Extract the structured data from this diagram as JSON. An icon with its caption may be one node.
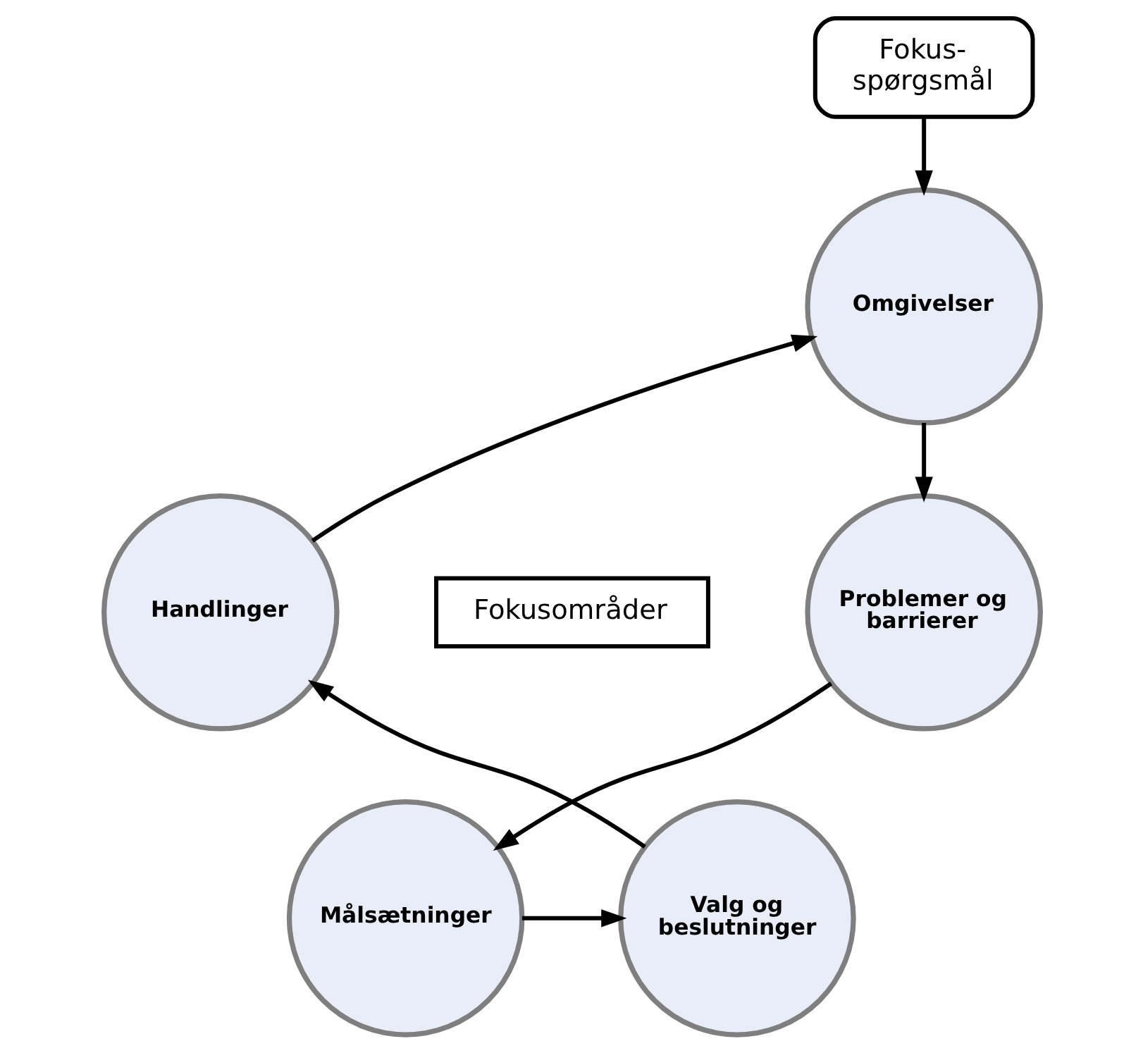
{
  "diagram": {
    "nodes": [
      {
        "text": [
          "Fokus- spørgsmål"
        ]
      },
      {
        "text": [
          "Omgivelser"
        ]
      },
      {
        "text": [
          "Problemer og barrierer"
        ]
      },
      {
        "text": [
          "Målsætninger"
        ]
      },
      {
        "text": [
          "Valg og beslutninger"
        ]
      },
      {
        "text": [
          "Handlinger"
        ]
      },
      {
        "text": [
          "Fokusområder"
        ]
      }
    ],
    "edges": [
      {
        "from": 0,
        "to": 1,
        "arrow": "to"
      },
      {
        "from": 1,
        "to": 2,
        "arrow": "to"
      },
      {
        "from": 2,
        "to": 3,
        "arrow": "to"
      },
      {
        "from": 3,
        "to": 4,
        "arrow": "to"
      },
      {
        "from": 4,
        "to": 5,
        "arrow": "to"
      },
      {
        "from": 5,
        "to": 1,
        "arrow": "to"
      }
    ]
  }
}
